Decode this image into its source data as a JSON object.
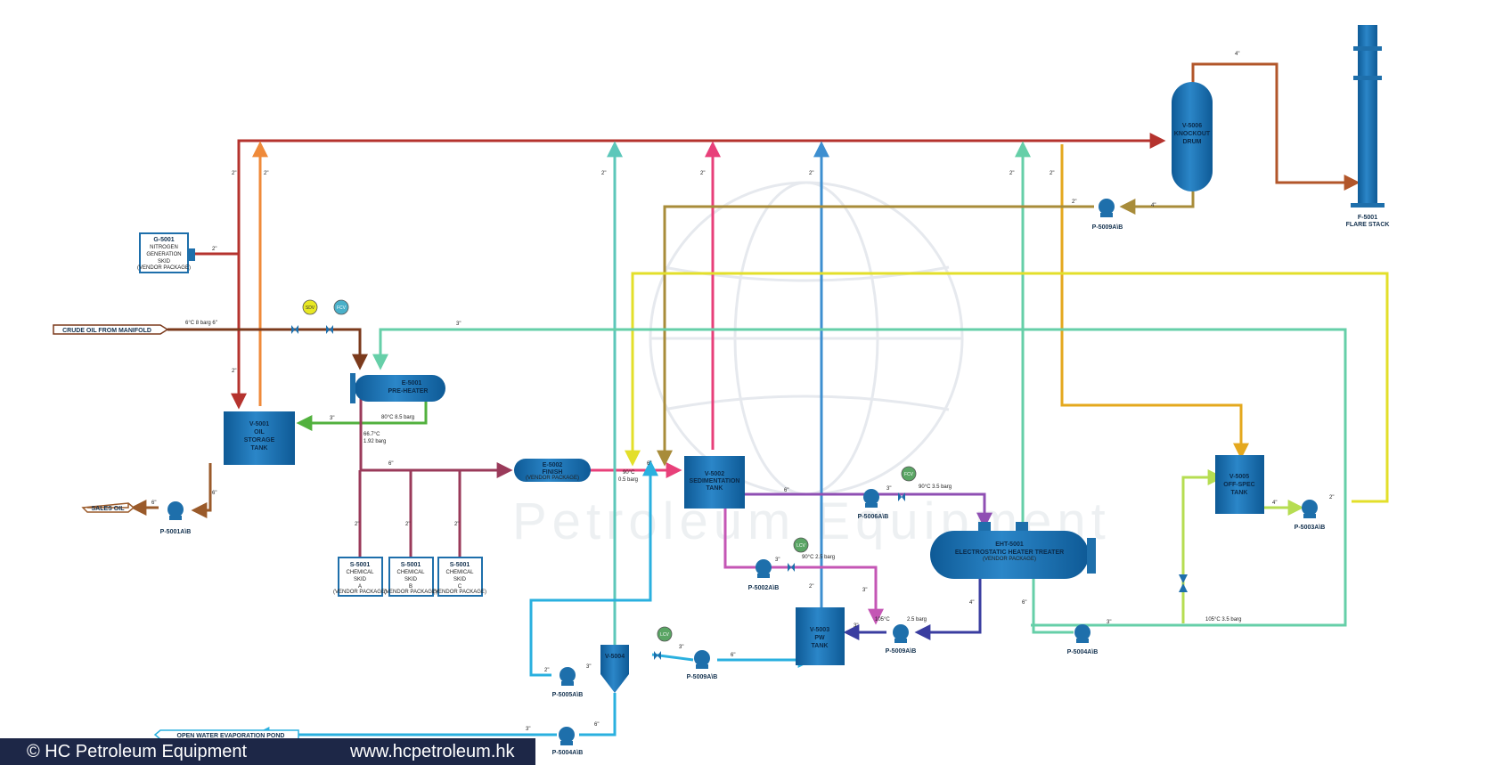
{
  "watermark": "Petroleum Equipment",
  "footer": {
    "copyright": "© HC Petroleum Equipment",
    "website": "www.hcpetroleum.hk"
  },
  "streams": {
    "crude_in": "CRUDE OIL FROM MANIFOLD",
    "sales_oil": "SALES OIL",
    "water_out": "OPEN WATER EVAPORATION POND"
  },
  "equipment": {
    "g5001": {
      "tag": "G-5001",
      "l1": "NITROGEN",
      "l2": "GENERATION",
      "l3": "SKID",
      "pkg": "(VENDOR PACKAGE)"
    },
    "v5001": {
      "tag": "V-5001",
      "l1": "OIL",
      "l2": "STORAGE",
      "l3": "TANK"
    },
    "e5001": {
      "tag": "E-5001",
      "l1": "PRE-HEATER"
    },
    "e5002": {
      "tag": "E-5002",
      "l1": "FINISH",
      "pkg": "(VENDOR PACKAGE)"
    },
    "v5002": {
      "tag": "V-5002",
      "l1": "SEDIMENTATION",
      "l2": "TANK"
    },
    "v5003": {
      "tag": "V-5003",
      "l1": "PW",
      "l2": "TANK"
    },
    "v5004": {
      "tag": "V-5004"
    },
    "v5005": {
      "tag": "V-5005",
      "l1": "OFF-SPEC",
      "l2": "TANK"
    },
    "v5006": {
      "tag": "V-5006",
      "l1": "KNOCKOUT",
      "l2": "DRUM"
    },
    "eht5001": {
      "tag": "EHT-5001",
      "l1": "ELECTROSTATIC HEATER TREATER",
      "pkg": "(VENDOR PACKAGE)"
    },
    "f5001": {
      "tag": "F-5001",
      "l1": "FLARE STACK"
    },
    "s5001a": {
      "tag": "S-5001",
      "l1": "CHEMICAL",
      "l2": "SKID",
      "l3": "A",
      "pkg": "(VENDOR PACKAGE)"
    },
    "s5001b": {
      "tag": "S-5001",
      "l1": "CHEMICAL",
      "l2": "SKID",
      "l3": "B",
      "pkg": "(VENDOR PACKAGE)"
    },
    "s5001c": {
      "tag": "S-5001",
      "l1": "CHEMICAL",
      "l2": "SKID",
      "l3": "C",
      "pkg": "(VENDOR PACKAGE)"
    }
  },
  "pumps": {
    "p5001": "P-5001A\\B",
    "p5002": "P-5002A\\B",
    "p5003": "P-5003A\\B",
    "p5004a": "P-5004A\\B",
    "p5004b": "P-5004A\\B",
    "p5005": "P-5005A\\B",
    "p5006": "P-5006A\\B",
    "p5009a": "P-5009A\\B",
    "p5009b": "P-5009A\\B",
    "p5009c": "P-5009A\\B"
  },
  "instruments": {
    "sdv": "SDV",
    "fcv": "FCV",
    "lcv": "LCV"
  },
  "conditions": {
    "crude": "6°C  8 barg  6\"",
    "preheat_out": "80°C  8.5 barg",
    "preheat_in1": "66.7°C",
    "preheat_in2": "1.92 barg",
    "finish_out1": "90°C",
    "finish_out2": "0.5 barg",
    "p5006_out": "90°C  3.5 barg",
    "p5002_out": "90°C  2.5 barg",
    "pw_in1": "105°C",
    "pw_in2": "2.5 barg",
    "eht_out": "105°C  3.5 barg"
  },
  "sizes": {
    "s2": "2\"",
    "s3": "3\"",
    "s4": "4\"",
    "s6": "6\"",
    "s8": "8\""
  },
  "colors": {
    "flare": "#b5332e",
    "nitrogen_orange": "#ef8a3a",
    "crude": "#7b3a1c",
    "sales": "#9a5a2a",
    "teal": "#5dc7ba",
    "pink": "#e8407a",
    "blue": "#3d8fd0",
    "mint": "#66cfa8",
    "gold": "#e4a81e",
    "olive": "#a88c3a",
    "yellow": "#e3df2a",
    "green": "#52b13e",
    "purple": "#8f4fb3",
    "magenta": "#c456b5",
    "navy": "#3a3da0",
    "lime": "#b6dd52",
    "cyan": "#2ab0df",
    "maroon": "#9a3a5a",
    "vessel": "#1e6fab",
    "vessel_dark": "#0e4f85",
    "flare_stroke": "#b2562a"
  }
}
